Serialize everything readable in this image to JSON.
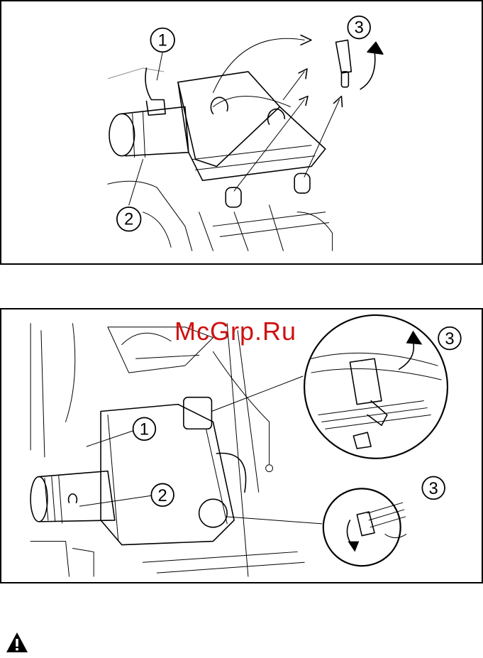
{
  "watermark": {
    "text": "McGrp.Ru",
    "color": "#d01010"
  },
  "top_figure": {
    "callouts": [
      {
        "label": "1"
      },
      {
        "label": "2"
      },
      {
        "label": "3"
      }
    ]
  },
  "bottom_figure": {
    "callouts": [
      {
        "label": "1"
      },
      {
        "label": "2"
      },
      {
        "label": "3"
      },
      {
        "label": "3"
      }
    ]
  },
  "icons": {
    "warning": "warning-triangle-icon"
  }
}
